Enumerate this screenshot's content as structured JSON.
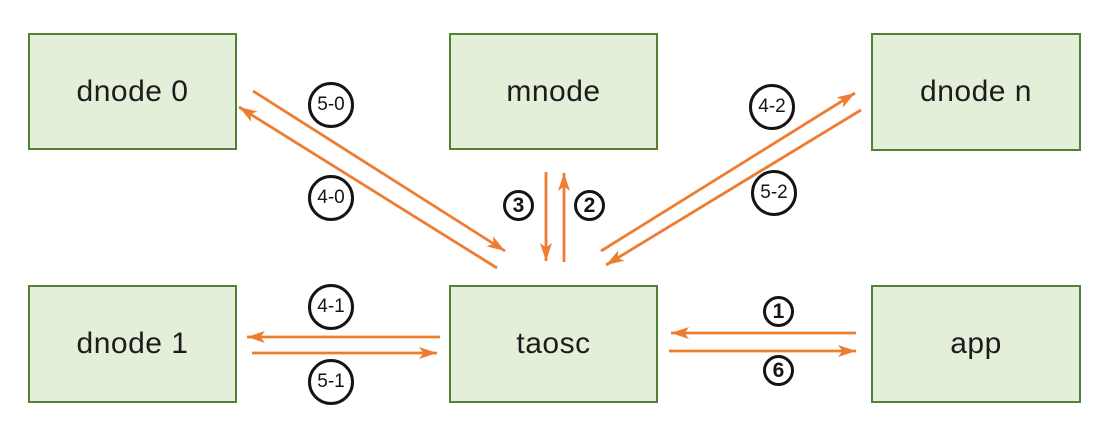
{
  "nodes": [
    {
      "id": "dnode0",
      "label": "dnode 0"
    },
    {
      "id": "mnode",
      "label": "mnode"
    },
    {
      "id": "dnoden",
      "label": "dnode n"
    },
    {
      "id": "dnode1",
      "label": "dnode 1"
    },
    {
      "id": "taosc",
      "label": "taosc"
    },
    {
      "id": "app",
      "label": "app"
    }
  ],
  "edges": [
    {
      "label": "5-0",
      "from": "dnode 0",
      "to": "taosc",
      "label_style": "outlined-circle"
    },
    {
      "label": "4-0",
      "from": "taosc",
      "to": "dnode 0",
      "label_style": "outlined-circle"
    },
    {
      "label": "3",
      "from": "mnode",
      "to": "taosc",
      "label_style": "circled-digit"
    },
    {
      "label": "2",
      "from": "taosc",
      "to": "mnode",
      "label_style": "circled-digit"
    },
    {
      "label": "4-2",
      "from": "taosc",
      "to": "dnode n",
      "label_style": "outlined-circle"
    },
    {
      "label": "5-2",
      "from": "dnode n",
      "to": "taosc",
      "label_style": "outlined-circle"
    },
    {
      "label": "4-1",
      "from": "taosc",
      "to": "dnode 1",
      "label_style": "outlined-circle"
    },
    {
      "label": "5-1",
      "from": "dnode 1",
      "to": "taosc",
      "label_style": "outlined-circle"
    },
    {
      "label": "1",
      "from": "app",
      "to": "taosc",
      "label_style": "circled-digit"
    },
    {
      "label": "6",
      "from": "taosc",
      "to": "app",
      "label_style": "circled-digit"
    }
  ],
  "colors": {
    "background": "#ffffff",
    "node_fill": "#e3efd9",
    "node_border": "#538135",
    "arrow": "#ed7d31",
    "label_ink": "#141414"
  }
}
